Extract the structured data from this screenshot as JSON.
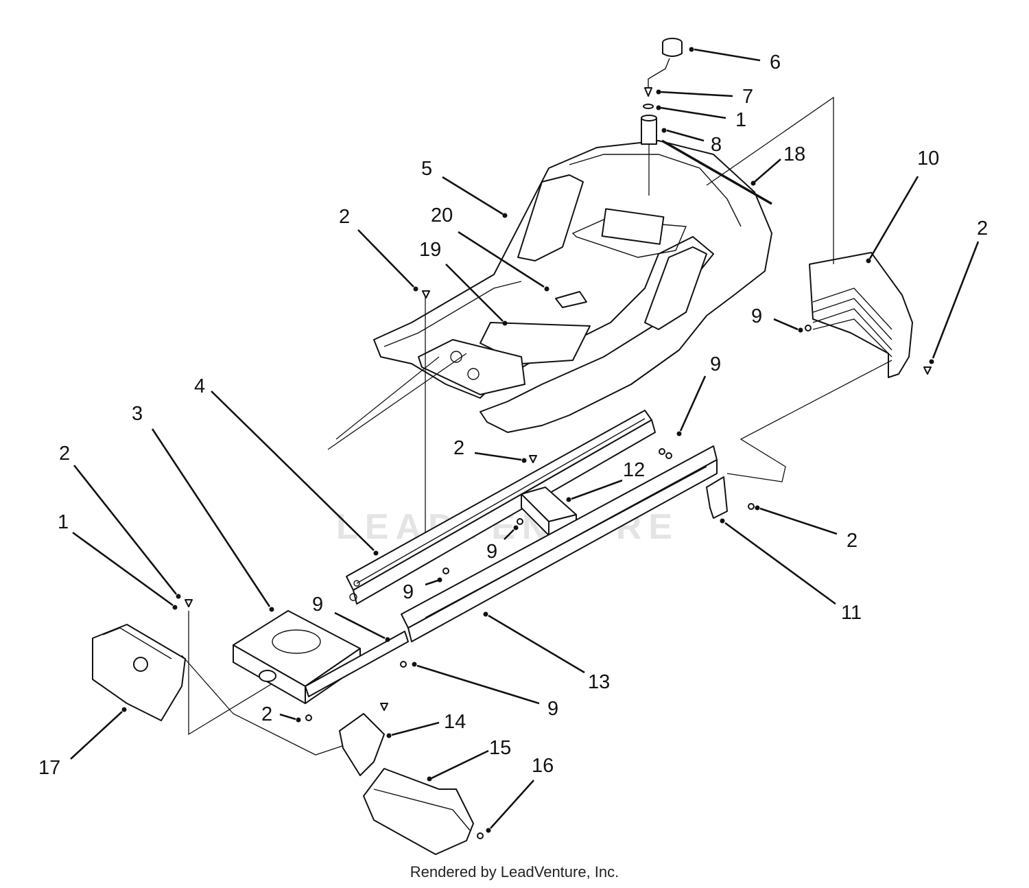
{
  "watermark": "LEADVENTURE",
  "footer": "Rendered by LeadVenture, Inc.",
  "callouts": [
    {
      "id": "c6",
      "label": "6"
    },
    {
      "id": "c7",
      "label": "7"
    },
    {
      "id": "c1a",
      "label": "1"
    },
    {
      "id": "c8",
      "label": "8"
    },
    {
      "id": "c18",
      "label": "18"
    },
    {
      "id": "c10",
      "label": "10"
    },
    {
      "id": "c5",
      "label": "5"
    },
    {
      "id": "c2a",
      "label": "2"
    },
    {
      "id": "c20",
      "label": "20"
    },
    {
      "id": "c19",
      "label": "19"
    },
    {
      "id": "c2b",
      "label": "2"
    },
    {
      "id": "c9a",
      "label": "9"
    },
    {
      "id": "c9b",
      "label": "9"
    },
    {
      "id": "c4",
      "label": "4"
    },
    {
      "id": "c3",
      "label": "3"
    },
    {
      "id": "c2c",
      "label": "2"
    },
    {
      "id": "c12",
      "label": "12"
    },
    {
      "id": "c2d",
      "label": "2"
    },
    {
      "id": "c1b",
      "label": "1"
    },
    {
      "id": "c9c",
      "label": "9"
    },
    {
      "id": "c2e",
      "label": "2"
    },
    {
      "id": "c9d",
      "label": "9"
    },
    {
      "id": "c11",
      "label": "11"
    },
    {
      "id": "c9e",
      "label": "9"
    },
    {
      "id": "c13",
      "label": "13"
    },
    {
      "id": "c9f",
      "label": "9"
    },
    {
      "id": "c2f",
      "label": "2"
    },
    {
      "id": "c14",
      "label": "14"
    },
    {
      "id": "c15",
      "label": "15"
    },
    {
      "id": "c16",
      "label": "16"
    },
    {
      "id": "c17",
      "label": "17"
    }
  ]
}
